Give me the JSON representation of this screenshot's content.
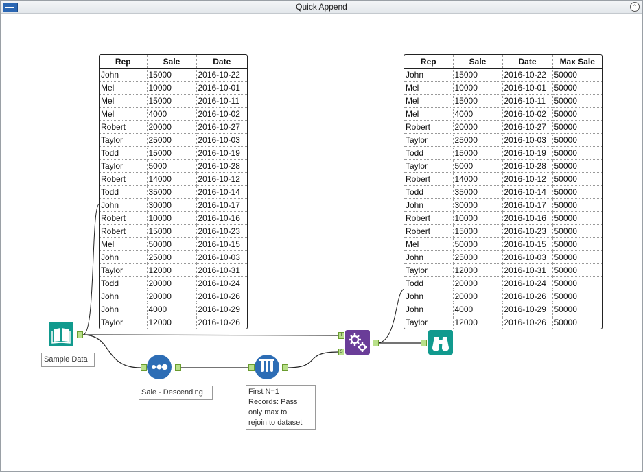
{
  "window": {
    "title": "Quick Append"
  },
  "input_table": {
    "columns": [
      "Rep",
      "Sale",
      "Date"
    ],
    "rows": [
      [
        "John",
        "15000",
        "2016-10-22"
      ],
      [
        "Mel",
        "10000",
        "2016-10-01"
      ],
      [
        "Mel",
        "15000",
        "2016-10-11"
      ],
      [
        "Mel",
        "4000",
        "2016-10-02"
      ],
      [
        "Robert",
        "20000",
        "2016-10-27"
      ],
      [
        "Taylor",
        "25000",
        "2016-10-03"
      ],
      [
        "Todd",
        "15000",
        "2016-10-19"
      ],
      [
        "Taylor",
        "5000",
        "2016-10-28"
      ],
      [
        "Robert",
        "14000",
        "2016-10-12"
      ],
      [
        "Todd",
        "35000",
        "2016-10-14"
      ],
      [
        "John",
        "30000",
        "2016-10-17"
      ],
      [
        "Robert",
        "10000",
        "2016-10-16"
      ],
      [
        "Robert",
        "15000",
        "2016-10-23"
      ],
      [
        "Mel",
        "50000",
        "2016-10-15"
      ],
      [
        "John",
        "25000",
        "2016-10-03"
      ],
      [
        "Taylor",
        "12000",
        "2016-10-31"
      ],
      [
        "Todd",
        "20000",
        "2016-10-24"
      ],
      [
        "John",
        "20000",
        "2016-10-26"
      ],
      [
        "John",
        "4000",
        "2016-10-29"
      ],
      [
        "Taylor",
        "12000",
        "2016-10-26"
      ]
    ]
  },
  "output_table": {
    "columns": [
      "Rep",
      "Sale",
      "Date",
      "Max Sale"
    ],
    "rows": [
      [
        "John",
        "15000",
        "2016-10-22",
        "50000"
      ],
      [
        "Mel",
        "10000",
        "2016-10-01",
        "50000"
      ],
      [
        "Mel",
        "15000",
        "2016-10-11",
        "50000"
      ],
      [
        "Mel",
        "4000",
        "2016-10-02",
        "50000"
      ],
      [
        "Robert",
        "20000",
        "2016-10-27",
        "50000"
      ],
      [
        "Taylor",
        "25000",
        "2016-10-03",
        "50000"
      ],
      [
        "Todd",
        "15000",
        "2016-10-19",
        "50000"
      ],
      [
        "Taylor",
        "5000",
        "2016-10-28",
        "50000"
      ],
      [
        "Robert",
        "14000",
        "2016-10-12",
        "50000"
      ],
      [
        "Todd",
        "35000",
        "2016-10-14",
        "50000"
      ],
      [
        "John",
        "30000",
        "2016-10-17",
        "50000"
      ],
      [
        "Robert",
        "10000",
        "2016-10-16",
        "50000"
      ],
      [
        "Robert",
        "15000",
        "2016-10-23",
        "50000"
      ],
      [
        "Mel",
        "50000",
        "2016-10-15",
        "50000"
      ],
      [
        "John",
        "25000",
        "2016-10-03",
        "50000"
      ],
      [
        "Taylor",
        "12000",
        "2016-10-31",
        "50000"
      ],
      [
        "Todd",
        "20000",
        "2016-10-24",
        "50000"
      ],
      [
        "John",
        "20000",
        "2016-10-26",
        "50000"
      ],
      [
        "John",
        "4000",
        "2016-10-29",
        "50000"
      ],
      [
        "Taylor",
        "12000",
        "2016-10-26",
        "50000"
      ]
    ]
  },
  "tools": {
    "input": {
      "label": "Sample Data",
      "icon": "book-icon",
      "color": "#119a8e"
    },
    "sort": {
      "label": "Sale - Descending",
      "icon": "sort-dots-icon",
      "color": "#2d6db5"
    },
    "sample": {
      "label_lines": [
        "First N=1",
        "Records: Pass",
        "only max to",
        "rejoin to dataset"
      ],
      "icon": "test-tubes-icon",
      "color": "#2d6db5"
    },
    "append": {
      "icon": "gears-icon",
      "color": "#6a3d98"
    },
    "browse": {
      "icon": "binoculars-icon",
      "color": "#119a8e"
    }
  },
  "anchors": {
    "target": "T",
    "source": "S"
  }
}
